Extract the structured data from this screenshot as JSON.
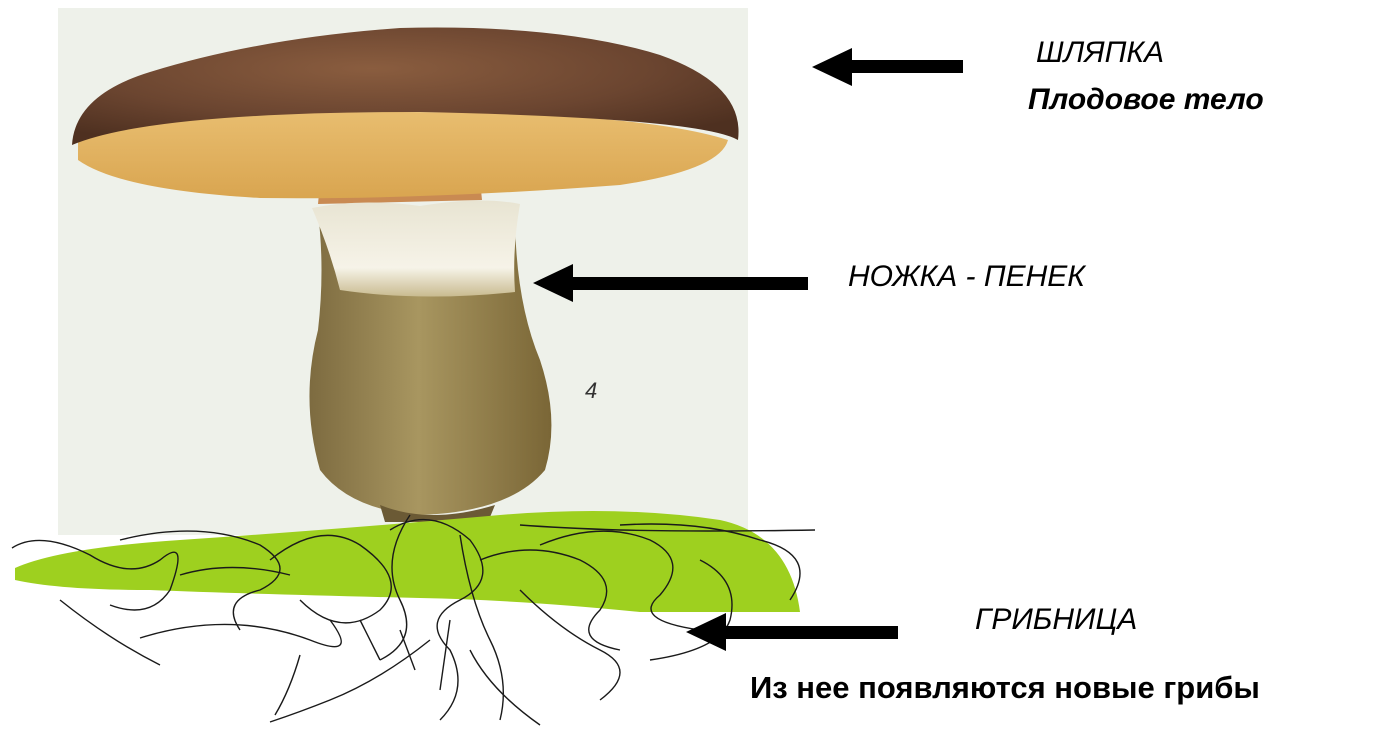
{
  "labels": {
    "cap": "ШЛЯПКА",
    "cap_sub": "Плодовое тело",
    "stem": "НОЖКА - ПЕНЕК",
    "mycelium": "ГРИБНИЦА",
    "mycelium_sub": "Из нее появляются новые грибы"
  },
  "plate_number": "4",
  "colors": {
    "cap_top": "#6b4530",
    "cap_underside": "#e3b466",
    "stem": "#9a8756",
    "ground": "#9ed01f",
    "background": "#ffffff",
    "arrow": "#000000"
  }
}
